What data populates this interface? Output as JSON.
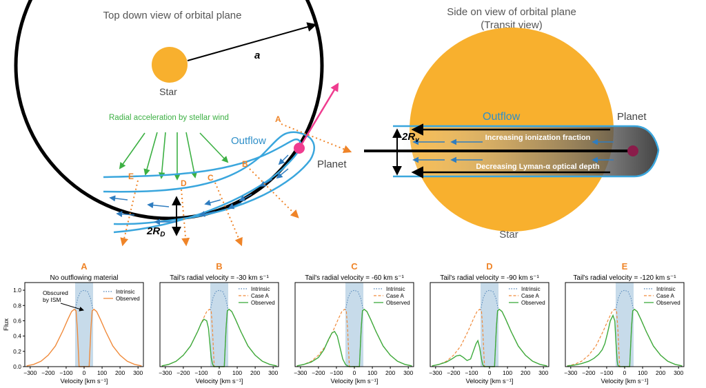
{
  "top_view": {
    "title": "Top down view of orbital plane",
    "semi_major_label": "a",
    "star_label": "Star",
    "planet_label": "Planet",
    "outflow_label": "Outflow",
    "wind_label": "Radial acceleration by stellar wind",
    "width_label": "2R",
    "width_sub": "D",
    "cuts": [
      "A",
      "B",
      "C",
      "D",
      "E"
    ]
  },
  "side_view": {
    "title_line1": "Side on view of orbital plane",
    "title_line2": "(Transit view)",
    "outflow_label": "Outflow",
    "planet_label": "Planet",
    "star_label": "Star",
    "ionization_label": "Increasing ionization fraction",
    "depth_label": "Decreasing Lyman-α optical depth",
    "width_label": "2R",
    "width_sub": "v"
  },
  "colors": {
    "star": "#f8b02e",
    "planet": "#ef3c8f",
    "outflow": "#3aa6dd",
    "wind": "#3cb043",
    "cut": "#ef8428",
    "intrinsic": "#4a7fb5",
    "case_a": "#f08a3a",
    "observed": "#3caa3c",
    "ism_band": "#c7dbea"
  },
  "chart_data": [
    {
      "type": "line",
      "panel_letter": "A",
      "title": "No outflowing material",
      "xlabel": "Velocity [km s⁻¹]",
      "ylabel": "Flux",
      "xlim": [
        -330,
        330
      ],
      "ylim": [
        0,
        1.1
      ],
      "xticks": [
        -300,
        -200,
        -100,
        0,
        100,
        200,
        300
      ],
      "yticks": [
        0.0,
        0.2,
        0.4,
        0.6,
        0.8,
        1.0
      ],
      "ism_band": [
        -50,
        50
      ],
      "annotation": "Obscured\nby ISM",
      "series": [
        {
          "name": "Intrinsic",
          "style": "dotted",
          "x": [
            -50,
            -35,
            -20,
            0,
            20,
            35,
            50
          ],
          "y": [
            0.74,
            0.9,
            0.98,
            1.0,
            0.98,
            0.9,
            0.74
          ]
        },
        {
          "name": "Observed",
          "style": "solid",
          "x": [
            -320,
            -280,
            -240,
            -200,
            -160,
            -120,
            -90,
            -70,
            -55,
            -45,
            -38,
            -30,
            -28,
            28,
            30,
            38,
            45,
            55,
            70,
            90,
            120,
            160,
            200,
            240,
            280,
            320
          ],
          "y": [
            0.01,
            0.03,
            0.07,
            0.15,
            0.27,
            0.46,
            0.62,
            0.72,
            0.75,
            0.73,
            0.5,
            0.1,
            0.0,
            0.0,
            0.1,
            0.5,
            0.73,
            0.75,
            0.72,
            0.62,
            0.46,
            0.27,
            0.15,
            0.07,
            0.03,
            0.01
          ]
        }
      ]
    },
    {
      "type": "line",
      "panel_letter": "B",
      "title": "Tail's radial velocity = -30 km s⁻¹",
      "xlabel": "Velocity [km s⁻¹]",
      "ylabel": "",
      "xlim": [
        -330,
        330
      ],
      "ylim": [
        0,
        1.1
      ],
      "xticks": [
        -300,
        -200,
        -100,
        0,
        100,
        200,
        300
      ],
      "yticks": [],
      "ism_band": [
        -50,
        50
      ],
      "series": [
        {
          "name": "Intrinsic",
          "style": "dotted",
          "x": [
            -50,
            -35,
            -20,
            0,
            20,
            35,
            50
          ],
          "y": [
            0.74,
            0.9,
            0.98,
            1.0,
            0.98,
            0.9,
            0.74
          ]
        },
        {
          "name": "Case A",
          "style": "dashed",
          "x": [
            -320,
            -280,
            -240,
            -200,
            -160,
            -120,
            -90,
            -70,
            -55,
            -45,
            -38,
            -30,
            -28,
            28,
            30,
            38,
            45,
            55,
            70,
            90,
            120,
            160,
            200,
            240,
            280,
            320
          ],
          "y": [
            0.01,
            0.03,
            0.07,
            0.15,
            0.27,
            0.46,
            0.62,
            0.72,
            0.75,
            0.73,
            0.5,
            0.1,
            0.0,
            0.0,
            0.1,
            0.5,
            0.73,
            0.75,
            0.72,
            0.62,
            0.46,
            0.27,
            0.15,
            0.07,
            0.03,
            0.01
          ]
        },
        {
          "name": "Observed",
          "style": "solid",
          "x": [
            -320,
            -280,
            -240,
            -200,
            -160,
            -120,
            -100,
            -85,
            -70,
            -60,
            -52,
            -45,
            -38,
            -30,
            -28,
            28,
            30,
            38,
            45,
            55,
            70,
            90,
            120,
            160,
            200,
            240,
            280,
            320
          ],
          "y": [
            0.01,
            0.03,
            0.07,
            0.15,
            0.27,
            0.46,
            0.57,
            0.62,
            0.6,
            0.5,
            0.3,
            0.12,
            0.04,
            0.0,
            0.0,
            0.0,
            0.1,
            0.5,
            0.73,
            0.75,
            0.72,
            0.62,
            0.46,
            0.27,
            0.15,
            0.07,
            0.03,
            0.01
          ]
        }
      ]
    },
    {
      "type": "line",
      "panel_letter": "C",
      "title": "Tail's radial velocity = -60 km s⁻¹",
      "xlabel": "Velocity [km s⁻¹]",
      "ylabel": "",
      "xlim": [
        -330,
        330
      ],
      "ylim": [
        0,
        1.1
      ],
      "xticks": [
        -300,
        -200,
        -100,
        0,
        100,
        200,
        300
      ],
      "yticks": [],
      "ism_band": [
        -50,
        50
      ],
      "series": [
        {
          "name": "Intrinsic",
          "style": "dotted",
          "x": [
            -50,
            -35,
            -20,
            0,
            20,
            35,
            50
          ],
          "y": [
            0.74,
            0.9,
            0.98,
            1.0,
            0.98,
            0.9,
            0.74
          ]
        },
        {
          "name": "Case A",
          "style": "dashed",
          "x": [
            -320,
            -280,
            -240,
            -200,
            -160,
            -120,
            -90,
            -70,
            -55,
            -45,
            -38,
            -30,
            -28,
            28,
            30,
            38,
            45,
            55,
            70,
            90,
            120,
            160,
            200,
            240,
            280,
            320
          ],
          "y": [
            0.01,
            0.03,
            0.07,
            0.15,
            0.27,
            0.46,
            0.62,
            0.72,
            0.75,
            0.73,
            0.5,
            0.1,
            0.0,
            0.0,
            0.1,
            0.5,
            0.73,
            0.75,
            0.72,
            0.62,
            0.46,
            0.27,
            0.15,
            0.07,
            0.03,
            0.01
          ]
        },
        {
          "name": "Observed",
          "style": "solid",
          "x": [
            -320,
            -280,
            -240,
            -200,
            -170,
            -145,
            -125,
            -110,
            -95,
            -80,
            -65,
            -50,
            -38,
            -30,
            -28,
            28,
            30,
            38,
            45,
            55,
            70,
            90,
            120,
            160,
            200,
            240,
            280,
            320
          ],
          "y": [
            0.01,
            0.03,
            0.06,
            0.12,
            0.22,
            0.35,
            0.44,
            0.46,
            0.4,
            0.25,
            0.1,
            0.03,
            0.01,
            0.0,
            0.0,
            0.0,
            0.1,
            0.5,
            0.73,
            0.75,
            0.72,
            0.62,
            0.46,
            0.27,
            0.15,
            0.07,
            0.03,
            0.01
          ]
        }
      ]
    },
    {
      "type": "line",
      "panel_letter": "D",
      "title": "Tail's radial velocity = -90 km s⁻¹",
      "xlabel": "Velocity [km s⁻¹]",
      "ylabel": "",
      "xlim": [
        -330,
        330
      ],
      "ylim": [
        0,
        1.1
      ],
      "xticks": [
        -300,
        -200,
        -100,
        0,
        100,
        200,
        300
      ],
      "yticks": [],
      "ism_band": [
        -50,
        50
      ],
      "series": [
        {
          "name": "Intrinsic",
          "style": "dotted",
          "x": [
            -50,
            -35,
            -20,
            0,
            20,
            35,
            50
          ],
          "y": [
            0.74,
            0.9,
            0.98,
            1.0,
            0.98,
            0.9,
            0.74
          ]
        },
        {
          "name": "Case A",
          "style": "dashed",
          "x": [
            -320,
            -280,
            -240,
            -200,
            -160,
            -120,
            -90,
            -70,
            -55,
            -45,
            -38,
            -30,
            -28,
            28,
            30,
            38,
            45,
            55,
            70,
            90,
            120,
            160,
            200,
            240,
            280,
            320
          ],
          "y": [
            0.01,
            0.03,
            0.07,
            0.15,
            0.27,
            0.46,
            0.62,
            0.72,
            0.75,
            0.73,
            0.5,
            0.1,
            0.0,
            0.0,
            0.1,
            0.5,
            0.73,
            0.75,
            0.72,
            0.62,
            0.46,
            0.27,
            0.15,
            0.07,
            0.03,
            0.01
          ]
        },
        {
          "name": "Observed",
          "style": "solid",
          "x": [
            -320,
            -280,
            -240,
            -210,
            -185,
            -165,
            -145,
            -125,
            -105,
            -90,
            -75,
            -65,
            -55,
            -45,
            -38,
            -30,
            -28,
            28,
            30,
            38,
            45,
            55,
            70,
            90,
            120,
            160,
            200,
            240,
            280,
            320
          ],
          "y": [
            0.01,
            0.03,
            0.06,
            0.1,
            0.14,
            0.15,
            0.12,
            0.08,
            0.1,
            0.2,
            0.3,
            0.34,
            0.25,
            0.1,
            0.03,
            0.0,
            0.0,
            0.0,
            0.1,
            0.5,
            0.73,
            0.75,
            0.72,
            0.62,
            0.46,
            0.27,
            0.15,
            0.07,
            0.03,
            0.01
          ]
        }
      ]
    },
    {
      "type": "line",
      "panel_letter": "E",
      "title": "Tail's radial velocity = -120 km s⁻¹",
      "xlabel": "Velocity [km s⁻¹]",
      "ylabel": "",
      "xlim": [
        -330,
        330
      ],
      "ylim": [
        0,
        1.1
      ],
      "xticks": [
        -300,
        -200,
        -100,
        0,
        100,
        200,
        300
      ],
      "yticks": [],
      "ism_band": [
        -50,
        50
      ],
      "series": [
        {
          "name": "Intrinsic",
          "style": "dotted",
          "x": [
            -50,
            -35,
            -20,
            0,
            20,
            35,
            50
          ],
          "y": [
            0.74,
            0.9,
            0.98,
            1.0,
            0.98,
            0.9,
            0.74
          ]
        },
        {
          "name": "Case A",
          "style": "dashed",
          "x": [
            -320,
            -280,
            -240,
            -200,
            -160,
            -120,
            -90,
            -70,
            -55,
            -45,
            -38,
            -30,
            -28,
            28,
            30,
            38,
            45,
            55,
            70,
            90,
            120,
            160,
            200,
            240,
            280,
            320
          ],
          "y": [
            0.01,
            0.03,
            0.07,
            0.15,
            0.27,
            0.46,
            0.62,
            0.72,
            0.75,
            0.73,
            0.5,
            0.1,
            0.0,
            0.0,
            0.1,
            0.5,
            0.73,
            0.75,
            0.72,
            0.62,
            0.46,
            0.27,
            0.15,
            0.07,
            0.03,
            0.01
          ]
        },
        {
          "name": "Observed",
          "style": "solid",
          "x": [
            -320,
            -280,
            -240,
            -200,
            -170,
            -145,
            -125,
            -110,
            -95,
            -80,
            -65,
            -55,
            -48,
            -42,
            -38,
            -30,
            -28,
            28,
            30,
            38,
            45,
            55,
            70,
            90,
            120,
            160,
            200,
            240,
            280,
            320
          ],
          "y": [
            0.01,
            0.02,
            0.04,
            0.07,
            0.11,
            0.16,
            0.22,
            0.3,
            0.44,
            0.6,
            0.67,
            0.6,
            0.3,
            0.08,
            0.02,
            0.0,
            0.0,
            0.0,
            0.1,
            0.5,
            0.73,
            0.75,
            0.72,
            0.62,
            0.46,
            0.27,
            0.15,
            0.07,
            0.03,
            0.01
          ]
        }
      ]
    }
  ]
}
